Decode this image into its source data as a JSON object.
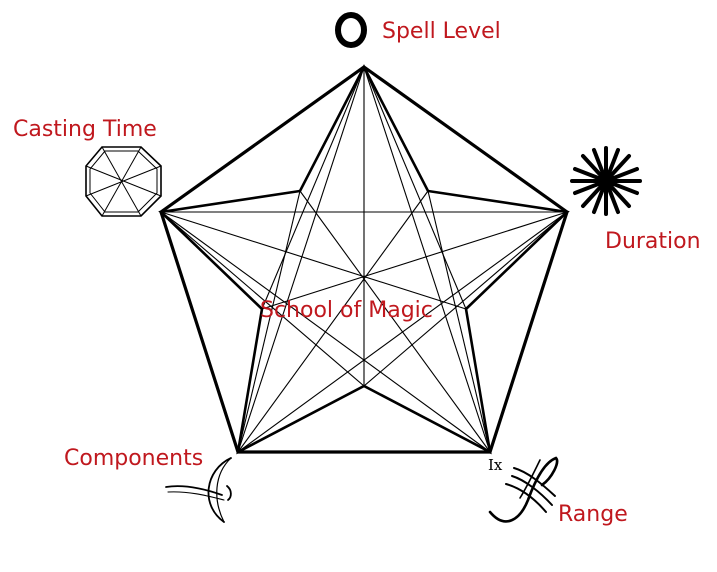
{
  "labels": {
    "spell_level": "Spell Level",
    "casting_time": "Casting Time",
    "duration": "Duration",
    "school_of_magic": "School of Magic",
    "components": "Components",
    "range": "Range"
  },
  "colors": {
    "label_red": "#c0181e",
    "lines": "#000000",
    "background": "#ffffff"
  },
  "icons": {
    "spell_level": "open-circle-rune-icon",
    "casting_time": "octagon-spokes-icon",
    "duration": "starburst-icon",
    "components": "crescent-scribble-icon",
    "range": "squiggle-rune-icon"
  }
}
